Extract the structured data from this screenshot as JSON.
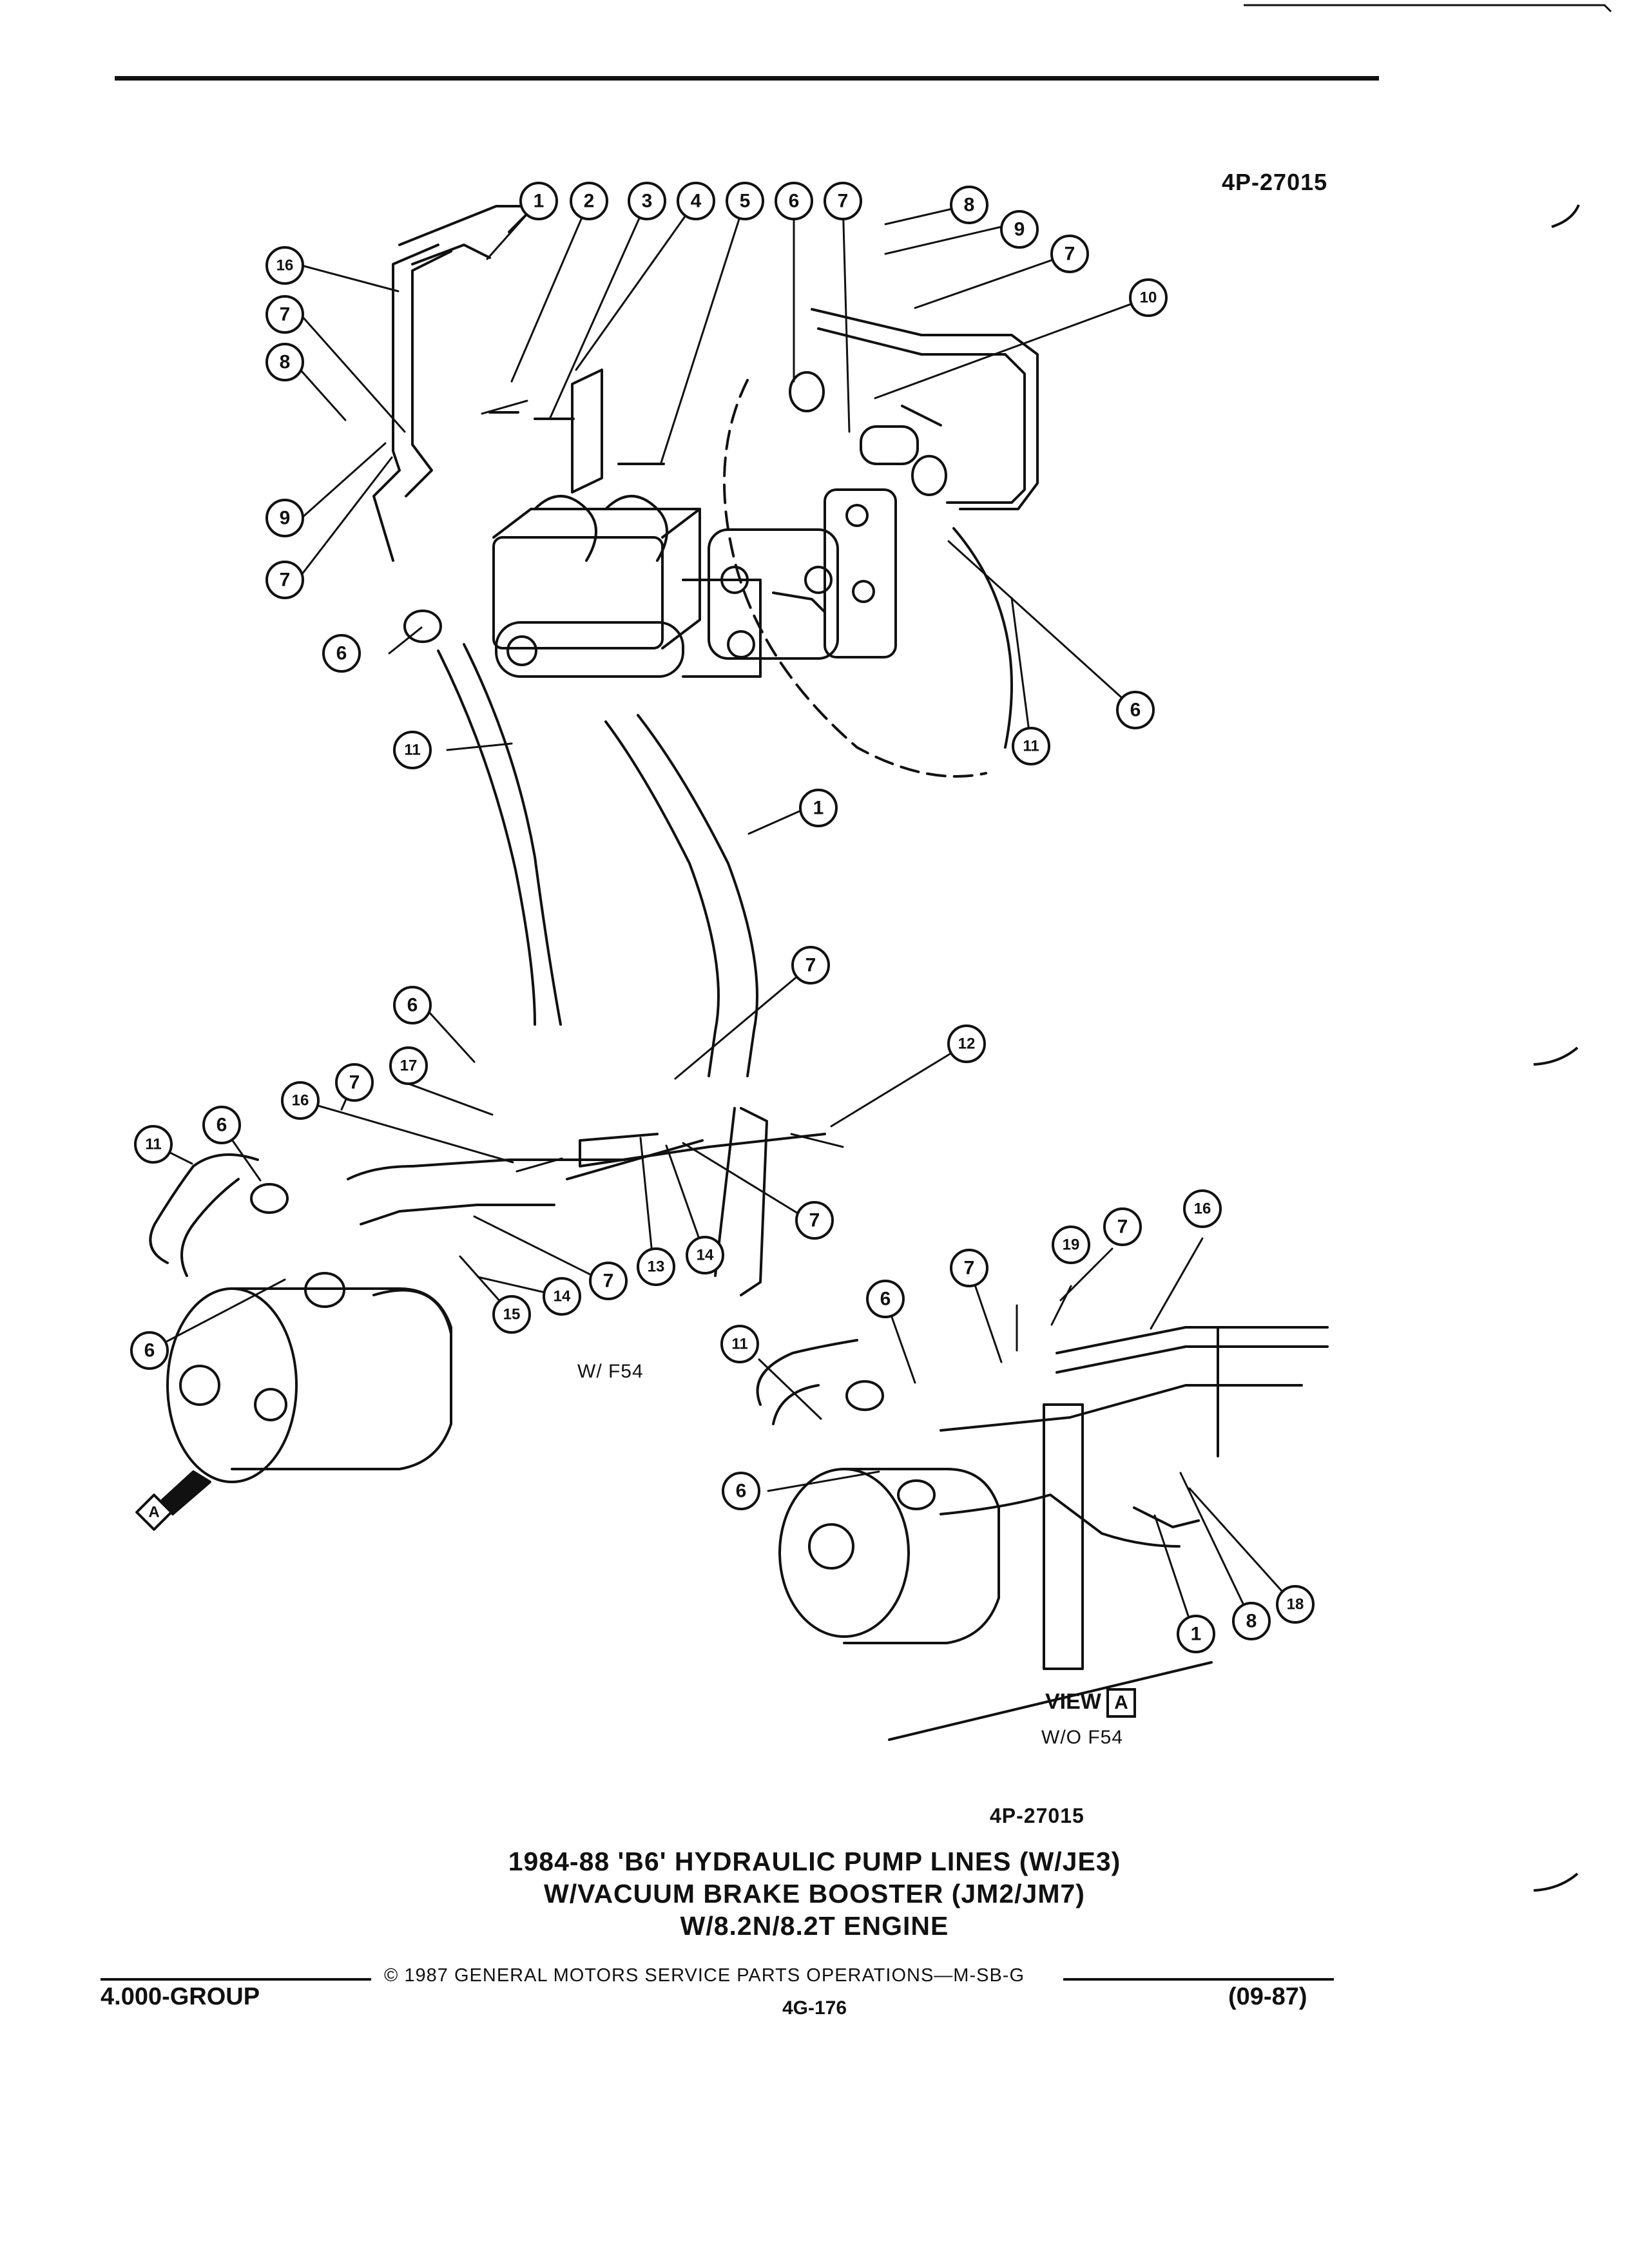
{
  "document": {
    "ref_top": "4P-27015",
    "ref_bottom": "4P-27015",
    "title_lines": [
      "1984-88 'B6' HYDRAULIC PUMP LINES (W/JE3)",
      "W/VACUUM BRAKE BOOSTER (JM2/JM7)",
      "W/8.2N/8.2T ENGINE"
    ],
    "copyright": "© 1987 GENERAL MOTORS SERVICE PARTS OPERATIONS—M-SB-G",
    "group": "4.000-GROUP",
    "page": "4G-176",
    "date": "(09-87)"
  },
  "labels": {
    "with_f54": "W/ F54",
    "view_label": "VIEW",
    "view_letter": "A",
    "without_f54": "W/O F54",
    "view_arrow_letter": "A"
  },
  "callouts": [
    "1",
    "2",
    "3",
    "4",
    "5",
    "6",
    "7",
    "8",
    "9",
    "7",
    "10",
    "16",
    "7",
    "8",
    "9",
    "7",
    "6",
    "11",
    "6",
    "11",
    "1",
    "7",
    "6",
    "12",
    "7",
    "17",
    "16",
    "6",
    "11",
    "7",
    "13",
    "14",
    "15",
    "14",
    "7",
    "6",
    "19",
    "7",
    "16",
    "6",
    "7",
    "11",
    "6",
    "1",
    "8",
    "18"
  ]
}
